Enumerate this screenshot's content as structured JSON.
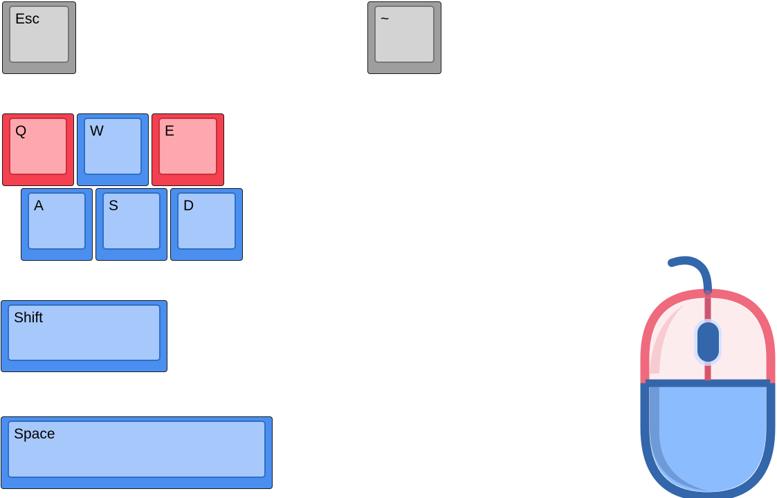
{
  "keys": {
    "esc": {
      "label": "Esc",
      "state": "neutral"
    },
    "tilde": {
      "label": "~",
      "state": "neutral"
    },
    "q": {
      "label": "Q",
      "state": "highlighted"
    },
    "w": {
      "label": "W",
      "state": "active"
    },
    "e": {
      "label": "E",
      "state": "highlighted"
    },
    "a": {
      "label": "A",
      "state": "active"
    },
    "s": {
      "label": "S",
      "state": "active"
    },
    "d": {
      "label": "D",
      "state": "active"
    },
    "shift": {
      "label": "Shift",
      "state": "active"
    },
    "space": {
      "label": "Space",
      "state": "active"
    }
  },
  "mouse": {
    "icon": "mouse-icon",
    "left_button_state": "highlighted",
    "right_button_state": "highlighted",
    "body_state": "active"
  },
  "colors": {
    "neutral_key": "#9e9e9e",
    "neutral_cap": "#d3d3d3",
    "active_key": "#4a8ff0",
    "active_cap": "#a7c8fb",
    "highlight_key": "#f4404f",
    "highlight_cap": "#ffa7ae",
    "mouse_outline": "#3366aa",
    "mouse_body": "#8bbcfd",
    "mouse_top_outline": "#ef6a7c",
    "mouse_top_fill": "#fdecee"
  }
}
